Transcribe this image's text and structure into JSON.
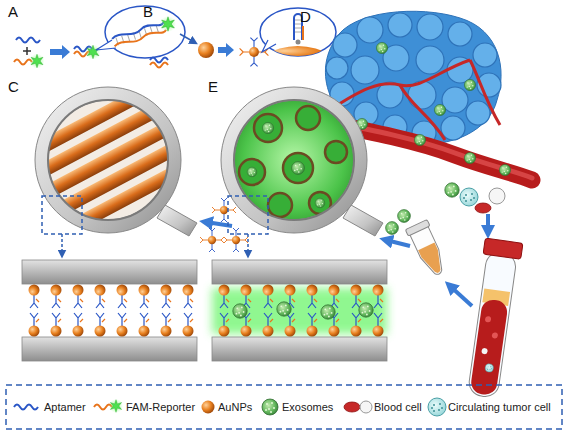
{
  "diagram": {
    "labels": [
      "A",
      "B",
      "C",
      "D",
      "E"
    ],
    "legend": [
      {
        "text": "Aptamer"
      },
      {
        "text": "FAM-Reporter"
      },
      {
        "text": "AuNPs"
      },
      {
        "text": "Exosomes"
      },
      {
        "text": "Blood cell"
      },
      {
        "text": "Circulating tumor cell"
      }
    ]
  }
}
